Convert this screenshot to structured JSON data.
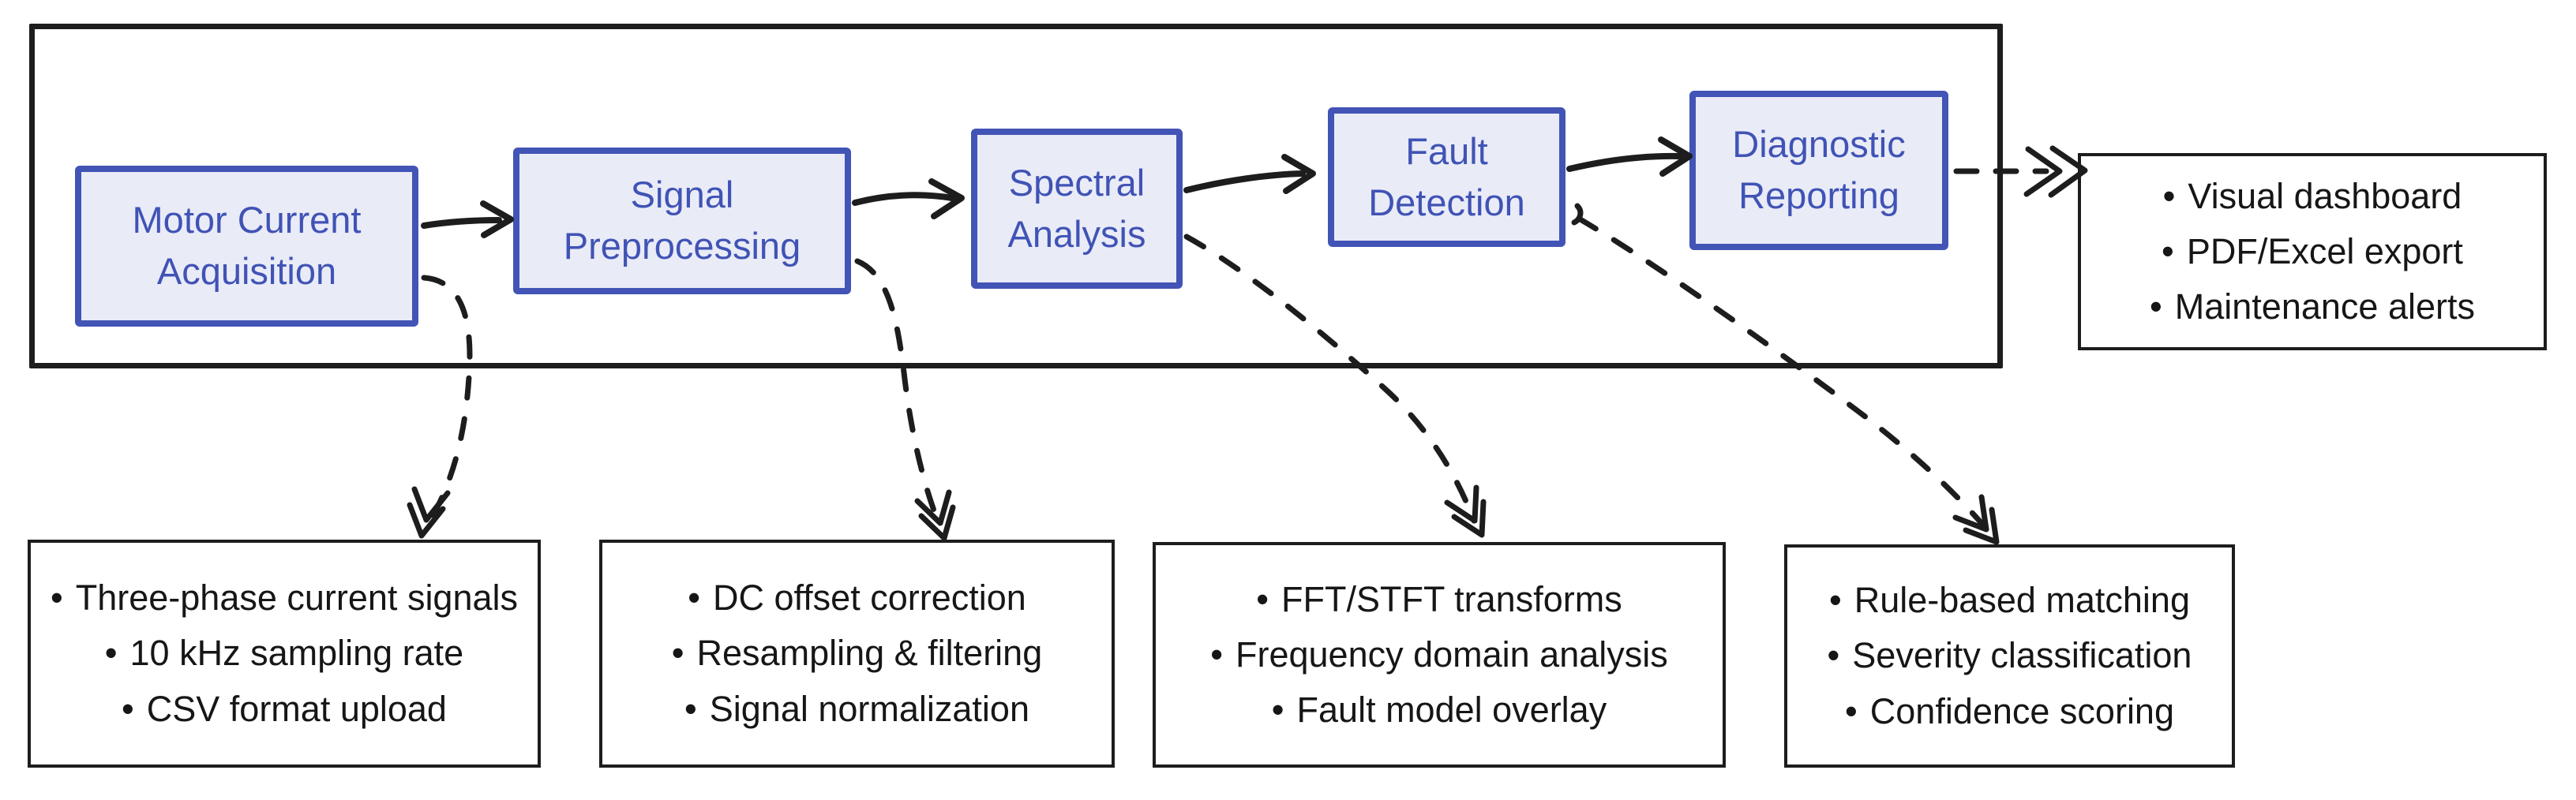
{
  "diagram": {
    "bullet_char": "•",
    "nodes": [
      {
        "id": "acquisition",
        "lines": [
          "Motor Current",
          "Acquisition"
        ]
      },
      {
        "id": "preprocessing",
        "lines": [
          "Signal",
          "Preprocessing"
        ]
      },
      {
        "id": "spectral",
        "lines": [
          "Spectral",
          "Analysis"
        ]
      },
      {
        "id": "fault",
        "lines": [
          "Fault",
          "Detection"
        ]
      },
      {
        "id": "reporting",
        "lines": [
          "Diagnostic",
          "Reporting"
        ]
      }
    ],
    "output_panel": {
      "items": [
        "Visual dashboard",
        "PDF/Excel export",
        "Maintenance alerts"
      ]
    },
    "detail_panels": [
      {
        "for": "acquisition",
        "items": [
          "Three-phase current signals",
          "10 kHz sampling rate",
          "CSV format upload"
        ]
      },
      {
        "for": "preprocessing",
        "items": [
          "DC offset correction",
          "Resampling & filtering",
          "Signal normalization"
        ]
      },
      {
        "for": "spectral",
        "items": [
          "FFT/STFT transforms",
          "Frequency domain analysis",
          "Fault model overlay"
        ]
      },
      {
        "for": "fault",
        "items": [
          "Rule-based matching",
          "Severity classification",
          "Confidence scoring"
        ]
      }
    ],
    "colors": {
      "node_border": "#4254b5",
      "node_fill": "#e9ebf7",
      "node_text": "#4053b5",
      "line": "#1d1d1d",
      "background": "#ffffff"
    }
  }
}
